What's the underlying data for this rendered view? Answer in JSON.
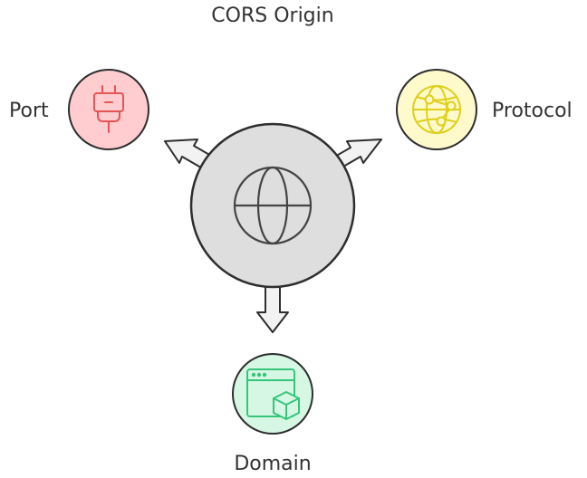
{
  "diagram": {
    "title": "CORS Origin",
    "center": {
      "icon": "globe-icon"
    },
    "components": [
      {
        "label": "Port",
        "icon": "plug-icon",
        "fill": "#ffcdd0",
        "stroke": "#e55555"
      },
      {
        "label": "Protocol",
        "icon": "network-globe-icon",
        "fill": "#fffacc",
        "stroke": "#e0cf1a"
      },
      {
        "label": "Domain",
        "icon": "browser-cube-icon",
        "fill": "#d6f7e4",
        "stroke": "#36c67a"
      }
    ],
    "colors": {
      "center_fill": "#dedede",
      "outline": "#2e2e2e",
      "arrow_fill": "#f2f2f2"
    }
  }
}
